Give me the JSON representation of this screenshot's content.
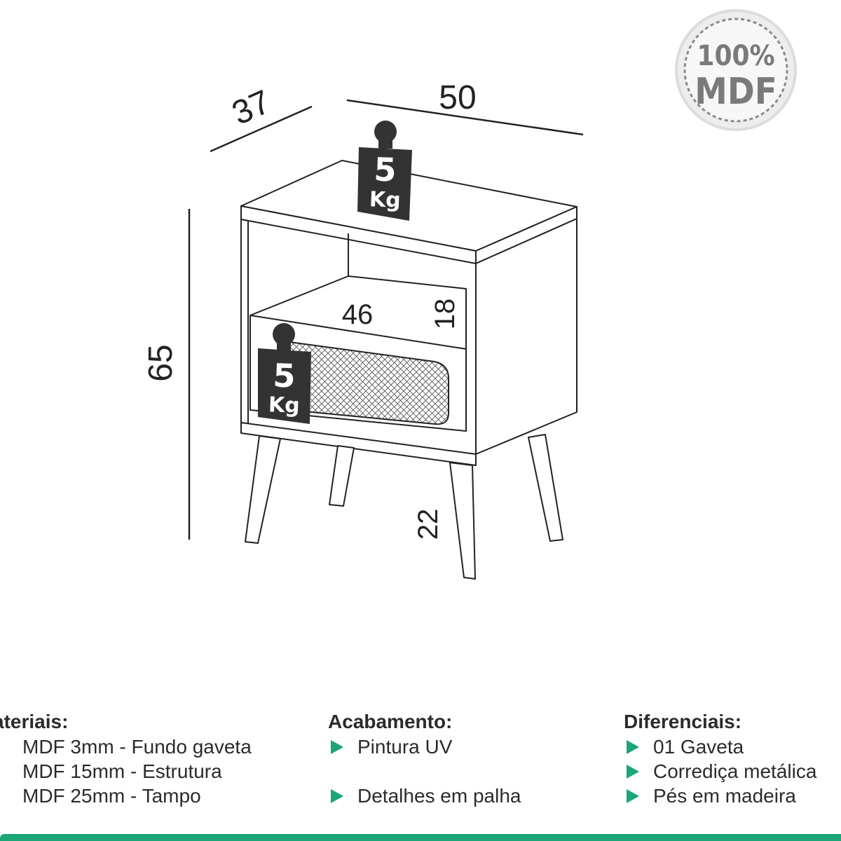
{
  "dimensions": {
    "depth": "37",
    "width": "50",
    "height": "65",
    "niche_width": "46",
    "niche_height": "18",
    "leg_height": "22"
  },
  "weights": {
    "top": {
      "value": "5",
      "unit": "Kg"
    },
    "drawer": {
      "value": "5",
      "unit": "Kg"
    }
  },
  "badge": {
    "percent": "100%",
    "material": "MDF"
  },
  "colors": {
    "accent": "#1aa676",
    "line": "#222222",
    "badge": "#7a7a7a",
    "weight_tag": "#333333"
  },
  "specs": {
    "materiais": {
      "title": "ateriais:",
      "items": [
        "MDF 3mm - Fundo gaveta",
        "MDF 15mm - Estrutura",
        "MDF 25mm - Tampo"
      ]
    },
    "acabamento": {
      "title": "Acabamento:",
      "items": [
        "Pintura UV",
        "Detalhes em palha"
      ]
    },
    "diferenciais": {
      "title": "Diferenciais:",
      "items": [
        "01 Gaveta",
        "Corrediça metálica",
        "Pés em madeira"
      ]
    }
  }
}
